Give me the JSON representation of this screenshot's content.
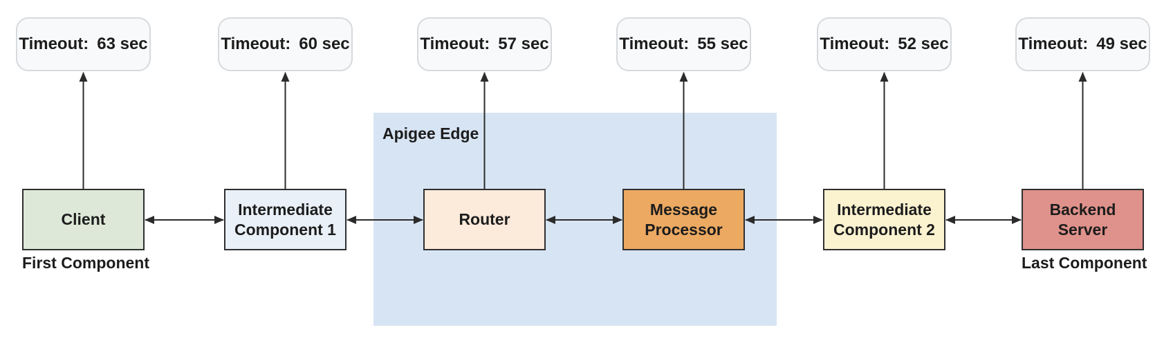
{
  "canvas": {
    "background": "#ffffff",
    "text_color": "#1c1c1c",
    "arrow_color": "#2b2b2b",
    "timeout_box_bg": "#f8f9fa",
    "timeout_box_border": "#d6dade"
  },
  "region": {
    "label": "Apigee Edge",
    "bg": "#d7e4f3"
  },
  "nodes": [
    {
      "id": "client",
      "lines": [
        "Client"
      ],
      "timeout_label": "Timeout:",
      "timeout_value": "63 sec",
      "caption": "First Component",
      "bg": "#dde8d8"
    },
    {
      "id": "intermediate-component-1",
      "lines": [
        "Intermediate",
        "Component 1"
      ],
      "timeout_label": "Timeout:",
      "timeout_value": "60 sec",
      "bg": "#e9f0f8"
    },
    {
      "id": "router",
      "lines": [
        "Router"
      ],
      "timeout_label": "Timeout:",
      "timeout_value": "57 sec",
      "bg": "#fceada",
      "inside_region": "Apigee Edge"
    },
    {
      "id": "message-processor",
      "lines": [
        "Message",
        "Processor"
      ],
      "timeout_label": "Timeout:",
      "timeout_value": "55 sec",
      "bg": "#eca962",
      "inside_region": "Apigee Edge"
    },
    {
      "id": "intermediate-component-2",
      "lines": [
        "Intermediate",
        "Component 2"
      ],
      "timeout_label": "Timeout:",
      "timeout_value": "52 sec",
      "bg": "#fbf2d0"
    },
    {
      "id": "backend-server",
      "lines": [
        "Backend",
        "Server"
      ],
      "timeout_label": "Timeout:",
      "timeout_value": "49 sec",
      "caption": "Last Component",
      "bg": "#df928b"
    }
  ]
}
